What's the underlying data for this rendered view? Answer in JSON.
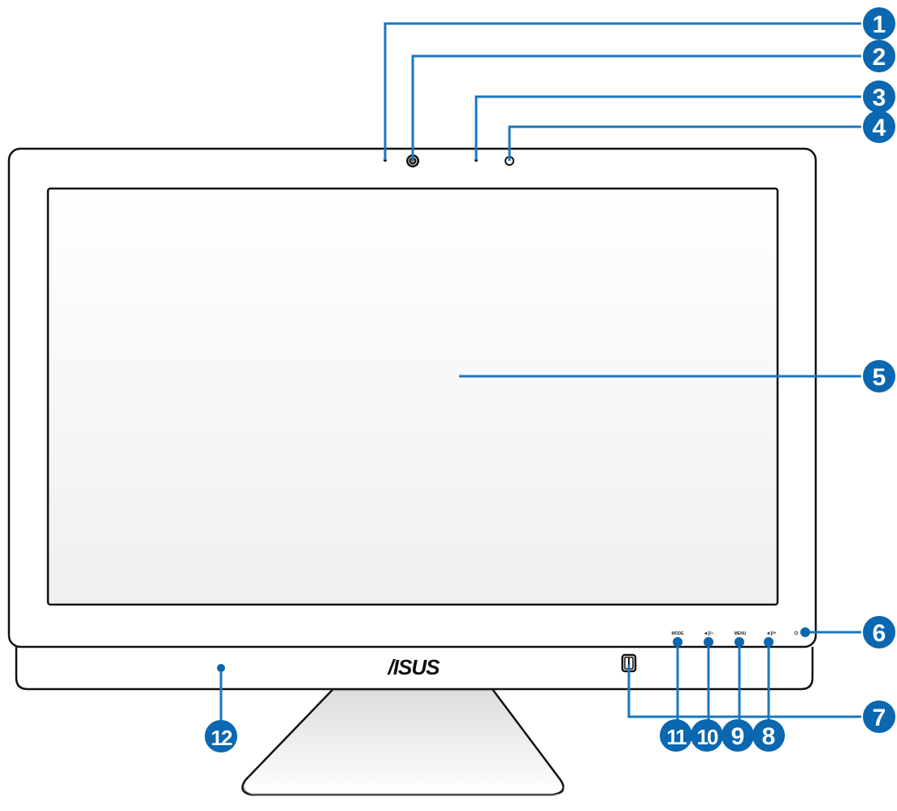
{
  "diagram": {
    "subject": "All-in-one PC front view",
    "brand_logo": "/ISUS",
    "accent_color": "#0a67b0",
    "line_color": "#1a77bf",
    "outline_color": "#111111",
    "screen_fill": "#f3f3f3",
    "bezel_buttons": [
      {
        "label": "MODE",
        "callout": "11"
      },
      {
        "label": "◄)/−",
        "callout": "10"
      },
      {
        "label": "MENU",
        "callout": "9"
      },
      {
        "label": "◄)/+",
        "callout": "8"
      }
    ],
    "power_indicator_glyph": "⏻",
    "callouts": [
      {
        "num": "1",
        "target": "microphone-left"
      },
      {
        "num": "2",
        "target": "webcam"
      },
      {
        "num": "3",
        "target": "microphone-right"
      },
      {
        "num": "4",
        "target": "webcam-led"
      },
      {
        "num": "5",
        "target": "display"
      },
      {
        "num": "6",
        "target": "power-indicator"
      },
      {
        "num": "7",
        "target": "power-button"
      },
      {
        "num": "8",
        "target": "volume-up-button"
      },
      {
        "num": "9",
        "target": "menu-button"
      },
      {
        "num": "10",
        "target": "volume-down-button"
      },
      {
        "num": "11",
        "target": "mode-button"
      },
      {
        "num": "12",
        "target": "hdd-led"
      }
    ]
  }
}
